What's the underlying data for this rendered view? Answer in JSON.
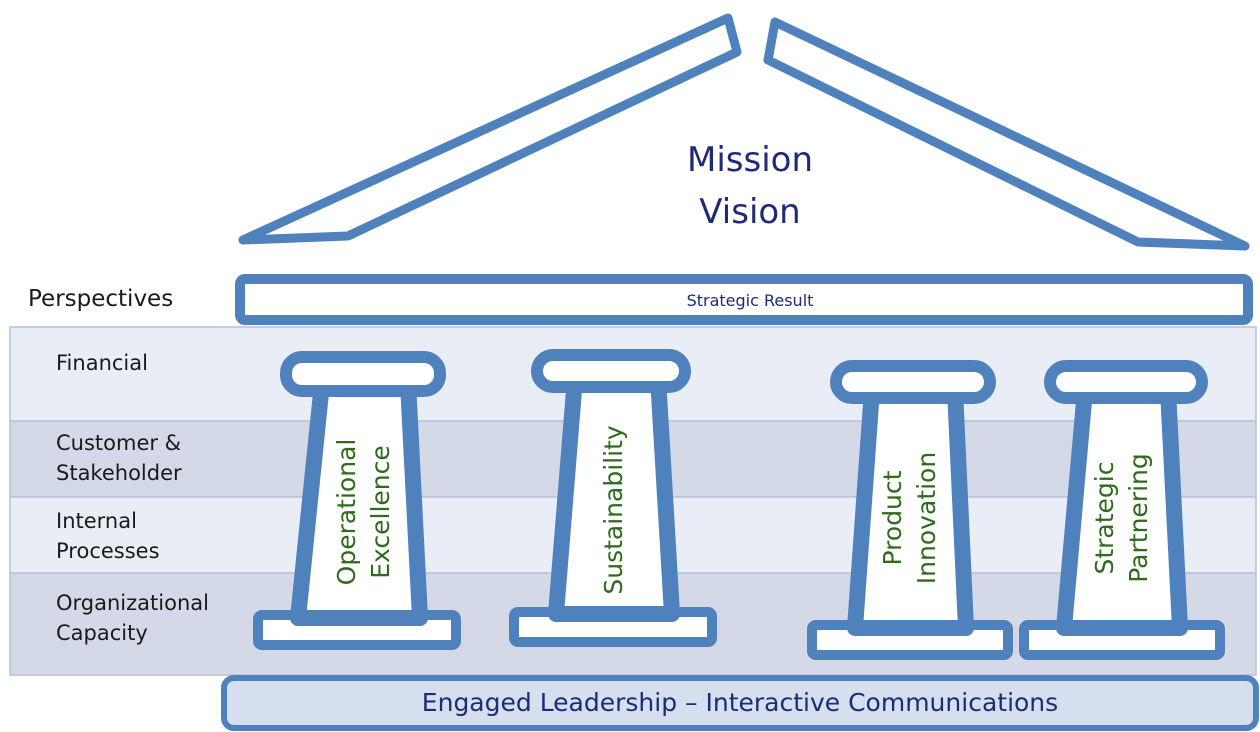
{
  "roof": {
    "line1": "Mission",
    "line2": "Vision"
  },
  "beam": {
    "label": "Strategic Result"
  },
  "perspectives_heading": "Perspectives",
  "rows": [
    {
      "label": "Financial"
    },
    {
      "label": "Customer &\nStakeholder"
    },
    {
      "label": "Internal\nProcesses"
    },
    {
      "label": "Organizational\nCapacity"
    }
  ],
  "pillars": [
    {
      "line1": "Operational",
      "line2": "Excellence"
    },
    {
      "line1": "Sustainability",
      "line2": ""
    },
    {
      "line1": "Product",
      "line2": "Innovation"
    },
    {
      "line1": "Strategic",
      "line2": "Partnering"
    }
  ],
  "foundation": {
    "label": "Engaged Leadership – Interactive Communications"
  },
  "colors": {
    "outline": "#4f81bd",
    "row_light": "#e9edf5",
    "row_dark": "#d3d9e7",
    "foundation_fill": "#d6dfee",
    "title_text": "#1f2a78",
    "pillar_text": "#2e6b1c"
  }
}
